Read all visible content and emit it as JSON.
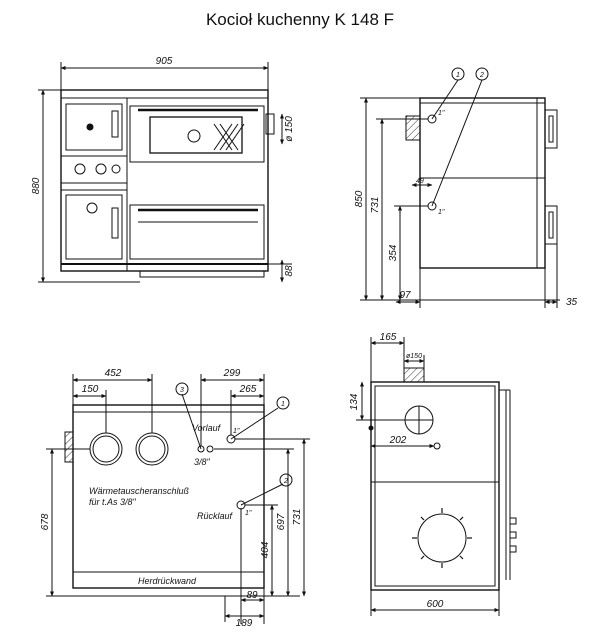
{
  "title": "Kocioł kuchenny K 148 F",
  "front_view": {
    "width": "905",
    "height": "880",
    "pipe": "ø 150",
    "plinth": "88"
  },
  "side_view": {
    "height_total": "850",
    "height_upper": "731",
    "height_lower": "354",
    "offset_small": "49",
    "depth_left": "97",
    "depth_right": "35",
    "marker_1": "1",
    "marker_2": "2",
    "conn_1": "1\"",
    "conn_2": "1\""
  },
  "rear_view": {
    "dim_452": "452",
    "dim_150": "150",
    "dim_299": "299",
    "dim_265": "265",
    "dim_678": "678",
    "dim_697": "697",
    "dim_731": "731",
    "dim_404": "404",
    "dim_89": "89",
    "dim_189": "189",
    "marker_1": "1",
    "marker_2": "2",
    "marker_3": "3",
    "vorlauf": "Vorlauf",
    "ruecklauf": "Rücklauf",
    "size_38": "3/8\"",
    "size_1a": "1\"",
    "size_1b": "1\"",
    "heat_exchanger_1": "Wärmetauscheranschluß",
    "heat_exchanger_2": "für t.As 3/8\"",
    "back_wall": "Herdrückwand"
  },
  "top_view": {
    "dim_165": "165",
    "dim_pipe": "ø150",
    "dim_134": "134",
    "dim_202": "202",
    "dim_600": "600"
  }
}
